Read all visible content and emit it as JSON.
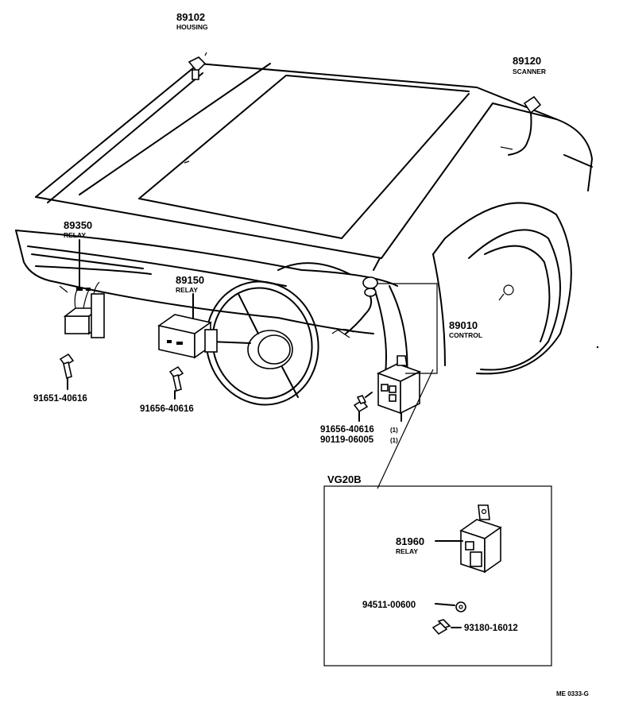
{
  "callouts": {
    "housing": {
      "part_no": "89102",
      "name": "HOUSING"
    },
    "scanner": {
      "part_no": "89120",
      "name": "SCANNER"
    },
    "relay_left": {
      "part_no": "89350",
      "name": "RELAY"
    },
    "relay_center": {
      "part_no": "89150",
      "name": "RELAY"
    },
    "control": {
      "part_no": "89010",
      "name": "CONTROL"
    },
    "bolt_left": {
      "part_no": "91651-40616"
    },
    "bolt_center": {
      "part_no": "91656-40616"
    },
    "bolt_right_1": {
      "part_no": "91656-40616",
      "qty": "(1)"
    },
    "bolt_right_2": {
      "part_no": "90119-06005",
      "qty": "(1)"
    }
  },
  "inset": {
    "title": "VG20B",
    "relay": {
      "part_no": "81960",
      "name": "RELAY"
    },
    "nut": {
      "part_no": "94511-00600"
    },
    "bolt": {
      "part_no": "93180-16012"
    }
  },
  "reference_code": "ME 0333-G"
}
